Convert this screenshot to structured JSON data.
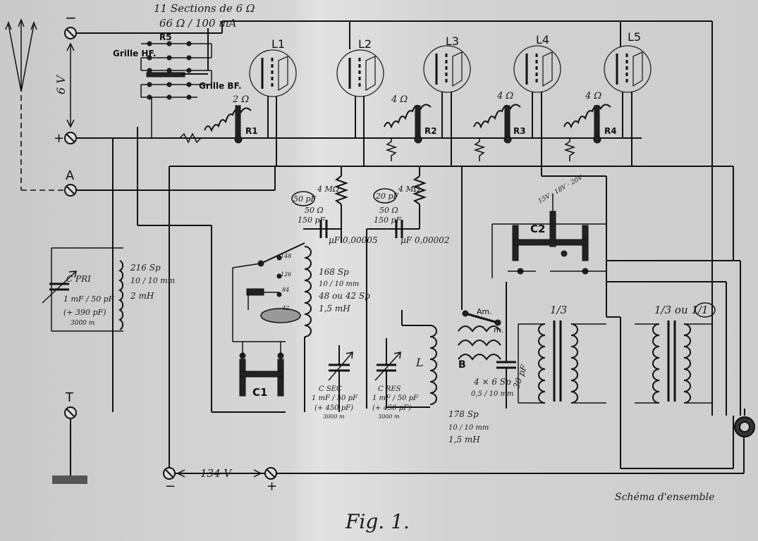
{
  "labels": {
    "top_note_1": "11 Sections de 6 Ω",
    "top_note_2": "66 Ω / 100 mA",
    "r5": "R5",
    "grille_hf": "Grille HF.",
    "grille_bf": "Grille BF.",
    "six_v": "6 V",
    "tubes": [
      "L1",
      "L2",
      "L3",
      "L4",
      "L5"
    ],
    "r1_val": "2 Ω",
    "r1": "R1",
    "r2_val": "4 Ω",
    "r2": "R2",
    "r3_val": "4 Ω",
    "r3": "R3",
    "r4_val": "4 Ω",
    "r4": "R4",
    "terminal_minus": "−",
    "terminal_plus": "+",
    "terminal_a": "A",
    "terminal_t": "T",
    "leak1_val_a": "50 pF",
    "leak1_val_b": "4 MΩ",
    "leak1_val_c": "50 Ω",
    "leak1_val_d": "150 pF",
    "cap1": "μF 0,00005",
    "leak2_val_a": "20 pF",
    "leak2_val_b": "4 MΩ",
    "leak2_val_c": "50 Ω",
    "leak2_val_d": "150 pF",
    "cap2": "μF 0,00002",
    "c2": "C2",
    "c2_taps": "15V · 18V · 20V",
    "cpri_1": "C PRI",
    "cpri_2": "1 mF / 50 pF",
    "cpri_3": "(+ 390 pF)",
    "cpri_4": "3000 m",
    "coil1_1": "216 Sp",
    "coil1_2": "10 / 10 mm",
    "coil1_3": "2 mH",
    "coil2_1": "168 Sp",
    "coil2_2": "10 / 10 mm",
    "coil2_3": "48 ou 42 Sp",
    "coil2_4": "1,5 mH",
    "taps": [
      "148",
      "126",
      "84",
      "42"
    ],
    "c1": "C1",
    "csec_1": "C SEC",
    "csec_2": "1 mF / 50 pF",
    "csec_3": "(+ 450 pF)",
    "csec_4": "3000 m",
    "cres_1": "C RES",
    "cres_2": "1 mF / 50 pF",
    "cres_3": "(+ 450 pF)",
    "cres_4": "3000 m",
    "coil_l": "L",
    "am": "Am.",
    "m": "m.",
    "b": "B",
    "b_val_1": "4 × 6 Sp",
    "b_val_2": "0,5 / 10 mm",
    "cap3": "30 pF",
    "coil3_1": "178 Sp",
    "coil3_2": "10 / 10 mm",
    "coil3_3": "1,5 mH",
    "tr1": "1/3",
    "tr2": "1/3 ou 1/1",
    "hv": "134 V",
    "hv_minus": "−",
    "hv_plus": "+",
    "schema": "Schéma d'ensemble",
    "fig": "Fig. 1."
  }
}
